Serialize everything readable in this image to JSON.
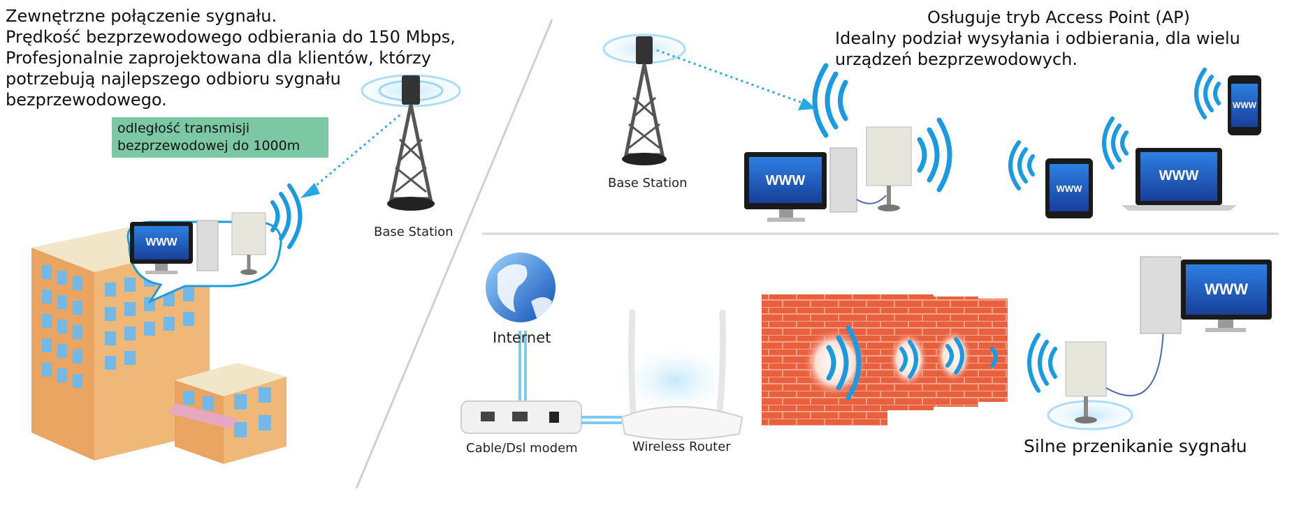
{
  "left_panel": {
    "lines": [
      "Zewnętrzne połączenie sygnału.",
      "Prędkość bezprzewodowego odbierania do 150 Mbps,",
      "Profesjonalnie zaprojektowana dla klientów, którzy",
      "potrzebują najlepszego odbioru sygnału",
      "bezprzewodowego."
    ],
    "range_line1": "odległość transmisji",
    "range_line2": "bezprzewodowej do 1000m",
    "base_station": "Base Station",
    "screen_text": "WWW"
  },
  "ap_panel": {
    "title": "Osługuje tryb Access Point (AP)",
    "line1": "Idealny podział wysyłania i odbierania, dla wielu",
    "line2": "urządzeń bezprzewodowych.",
    "base_station": "Base Station",
    "screen_text": "WWW"
  },
  "bottom_panel": {
    "internet": "Internet",
    "modem": "Cable/Dsl modem",
    "router": "Wireless Router",
    "penetration": "Silne przenikanie sygnału",
    "screen_text": "WWW"
  },
  "colors": {
    "wifi_blue": "#1a9ae0",
    "screen_blue": "#1c5fc4",
    "brick": "#e8603e",
    "green_box": "#7cc7a4"
  }
}
